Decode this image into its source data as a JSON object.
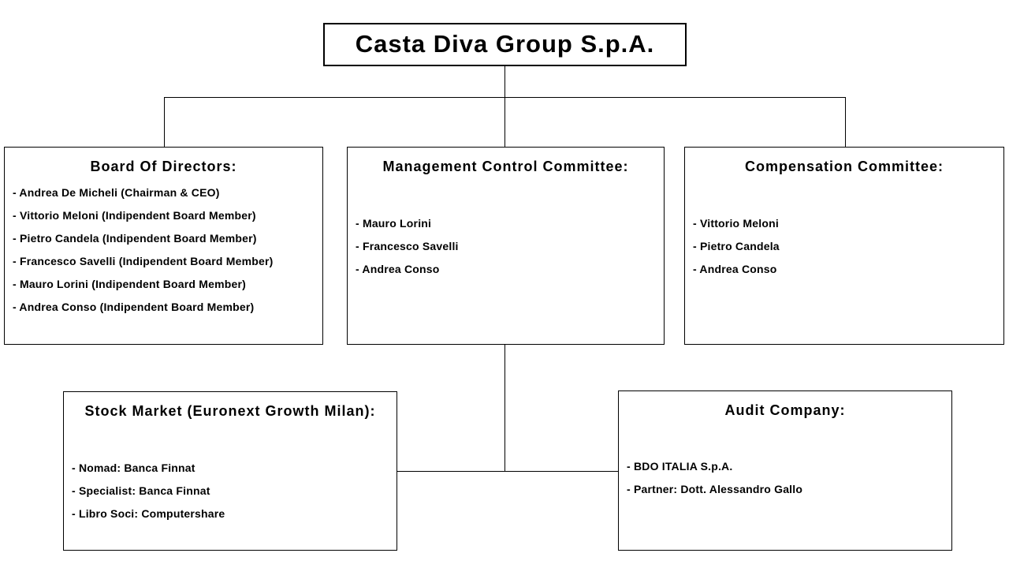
{
  "title": "Casta Diva Group S.p.A.",
  "colors": {
    "line": "#000000",
    "background": "#ffffff",
    "text": "#000000"
  },
  "boxes": [
    {
      "id": "board-of-directors",
      "heading": "Board Of Directors:",
      "items": [
        "- Andrea De Micheli (Chairman & CEO)",
        "- Vittorio Meloni (Indipendent Board Member)",
        "- Pietro Candela (Indipendent Board Member)",
        "- Francesco Savelli (Indipendent Board Member)",
        "- Mauro Lorini (Indipendent Board Member)",
        "- Andrea Conso (Indipendent Board Member)"
      ]
    },
    {
      "id": "management-control-committee",
      "heading": "Management Control Committee:",
      "items": [
        "- Mauro Lorini",
        "- Francesco Savelli",
        "- Andrea Conso"
      ]
    },
    {
      "id": "compensation-committee",
      "heading": "Compensation Committee:",
      "items": [
        "- Vittorio Meloni",
        "- Pietro Candela",
        "- Andrea Conso"
      ]
    },
    {
      "id": "stock-market",
      "heading": "Stock Market (Euronext Growth Milan):",
      "items": [
        "- Nomad: Banca Finnat",
        "- Specialist: Banca Finnat",
        "- Libro Soci: Computershare"
      ]
    },
    {
      "id": "audit-company",
      "heading": "Audit Company:",
      "items": [
        "- BDO ITALIA S.p.A.",
        "- Partner: Dott. Alessandro Gallo"
      ]
    }
  ]
}
